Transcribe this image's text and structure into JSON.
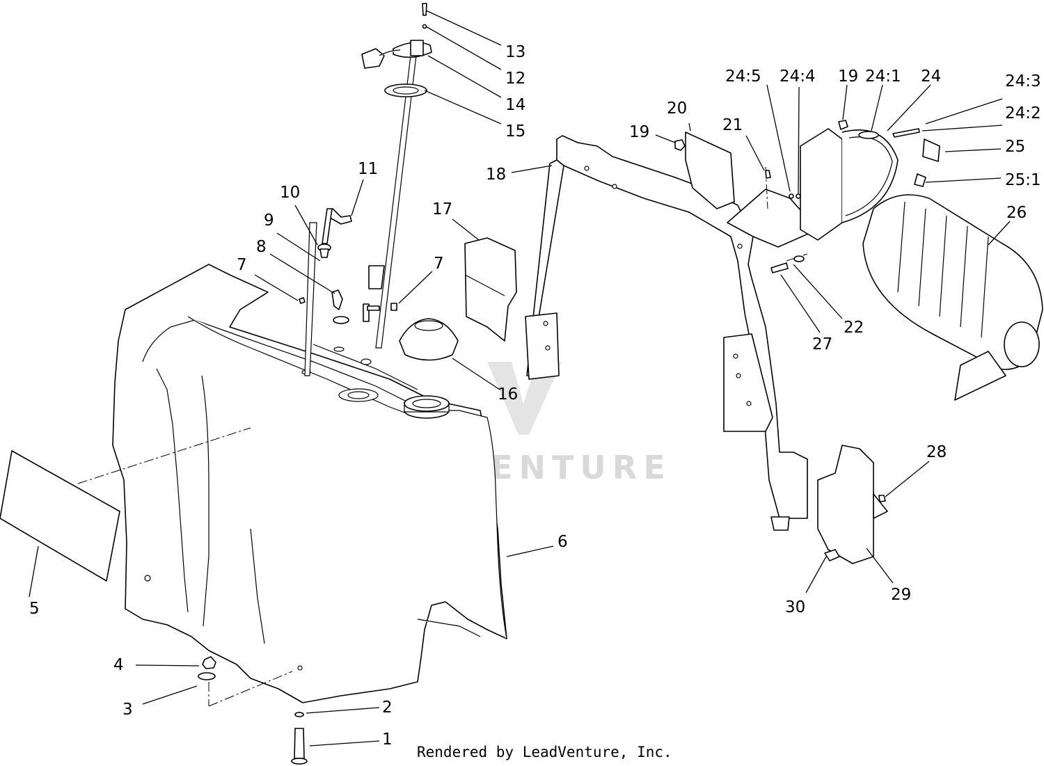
{
  "watermark": {
    "text": "LEADVENTURE"
  },
  "credit": "Rendered by LeadVenture, Inc.",
  "callouts": [
    {
      "id": "c1",
      "label": "1"
    },
    {
      "id": "c2",
      "label": "2"
    },
    {
      "id": "c3",
      "label": "3"
    },
    {
      "id": "c4",
      "label": "4"
    },
    {
      "id": "c5",
      "label": "5"
    },
    {
      "id": "c6",
      "label": "6"
    },
    {
      "id": "c7a",
      "label": "7"
    },
    {
      "id": "c7b",
      "label": "7"
    },
    {
      "id": "c8",
      "label": "8"
    },
    {
      "id": "c9",
      "label": "9"
    },
    {
      "id": "c10",
      "label": "10"
    },
    {
      "id": "c11",
      "label": "11"
    },
    {
      "id": "c12",
      "label": "12"
    },
    {
      "id": "c13",
      "label": "13"
    },
    {
      "id": "c14",
      "label": "14"
    },
    {
      "id": "c15",
      "label": "15"
    },
    {
      "id": "c16",
      "label": "16"
    },
    {
      "id": "c17",
      "label": "17"
    },
    {
      "id": "c18",
      "label": "18"
    },
    {
      "id": "c19a",
      "label": "19"
    },
    {
      "id": "c19b",
      "label": "19"
    },
    {
      "id": "c20",
      "label": "20"
    },
    {
      "id": "c21",
      "label": "21"
    },
    {
      "id": "c22",
      "label": "22"
    },
    {
      "id": "c24_5",
      "label": "24:5"
    },
    {
      "id": "c24_4",
      "label": "24:4"
    },
    {
      "id": "c24_1",
      "label": "24:1"
    },
    {
      "id": "c24",
      "label": "24"
    },
    {
      "id": "c24_3",
      "label": "24:3"
    },
    {
      "id": "c24_2",
      "label": "24:2"
    },
    {
      "id": "c25",
      "label": "25"
    },
    {
      "id": "c25_1",
      "label": "25:1"
    },
    {
      "id": "c26",
      "label": "26"
    },
    {
      "id": "c27",
      "label": "27"
    },
    {
      "id": "c28",
      "label": "28"
    },
    {
      "id": "c29",
      "label": "29"
    },
    {
      "id": "c30",
      "label": "30"
    }
  ]
}
